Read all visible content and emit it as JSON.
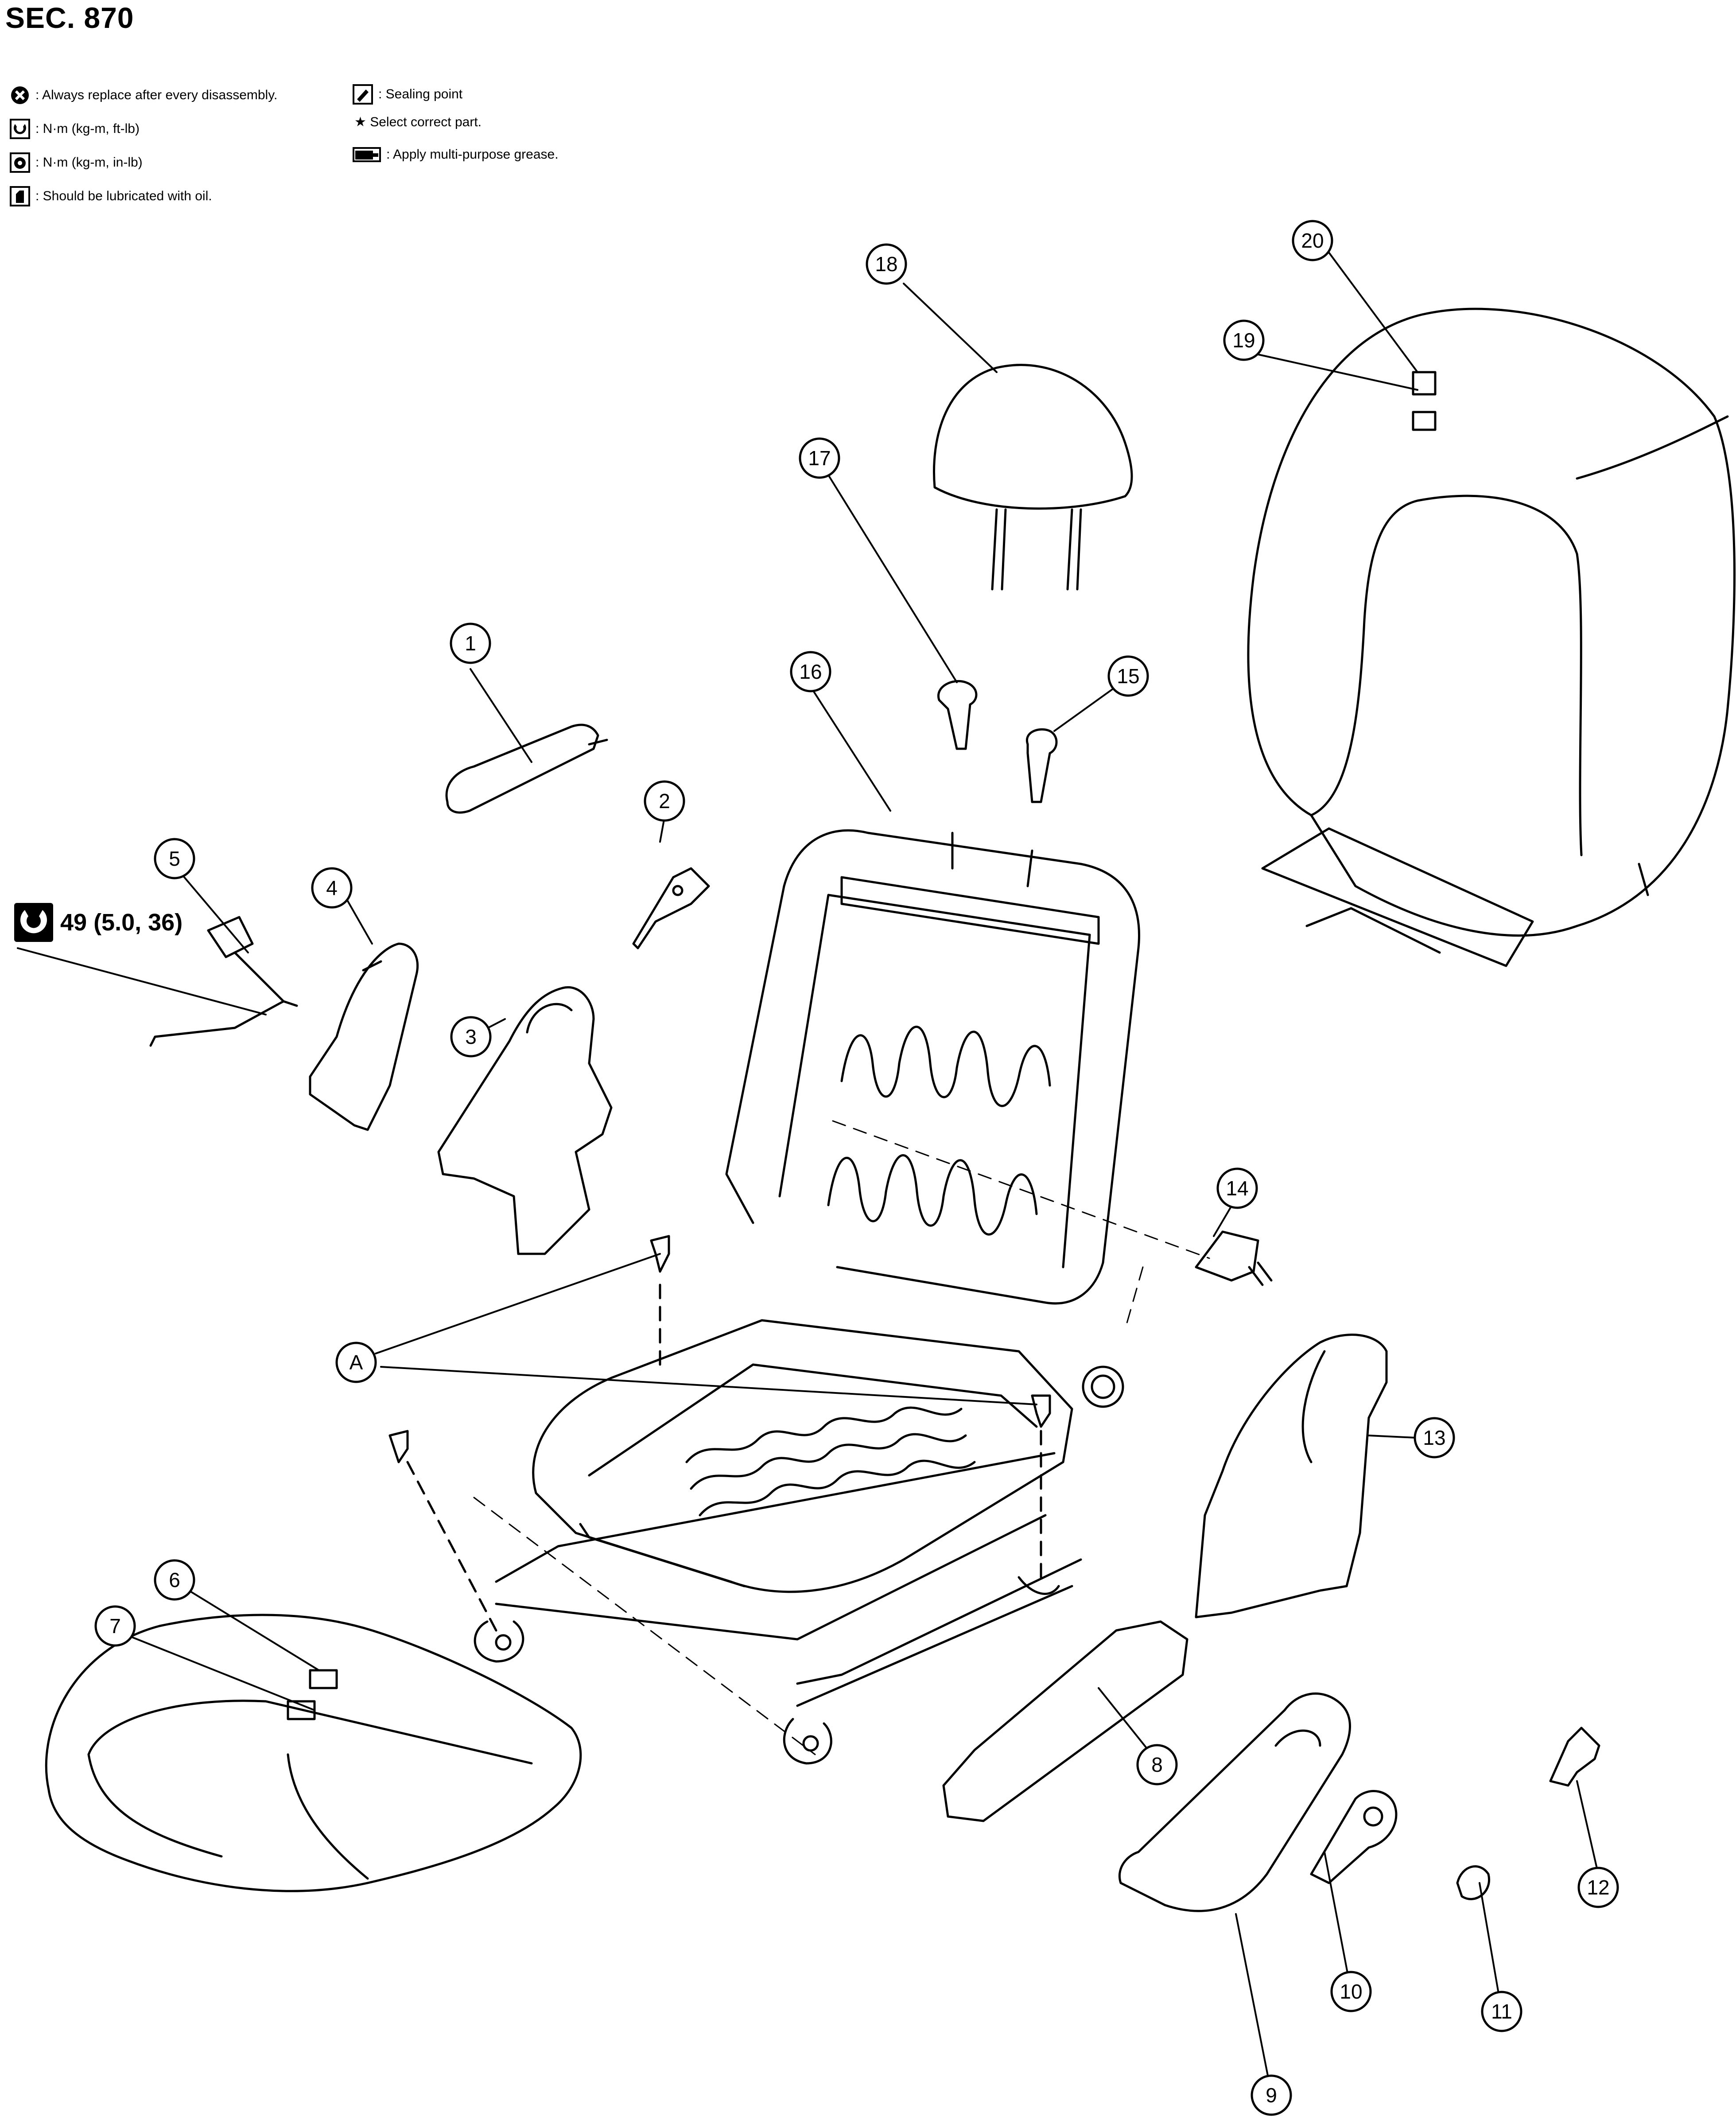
{
  "section_title": "SEC. 870",
  "legend": {
    "left": [
      {
        "icon": "always-replace-icon",
        "text": ": Always replace after every disassembly."
      },
      {
        "icon": "torque-nm-ftlb-icon",
        "text": ": N·m (kg-m, ft-lb)"
      },
      {
        "icon": "torque-nm-inlb-icon",
        "text": ": N·m (kg-m, in-lb)"
      },
      {
        "icon": "oil-lubricate-icon",
        "text": ": Should be lubricated with oil."
      }
    ],
    "right": [
      {
        "icon": "sealing-point-icon",
        "text": ": Sealing point"
      },
      {
        "icon": "star-icon",
        "text": "★ Select correct part."
      },
      {
        "icon": "grease-icon",
        "text": ": Apply multi-purpose grease."
      }
    ]
  },
  "torque_spec": "49 (5.0, 36)",
  "callouts": [
    "1",
    "2",
    "3",
    "4",
    "5",
    "6",
    "7",
    "8",
    "9",
    "10",
    "11",
    "12",
    "13",
    "14",
    "15",
    "16",
    "17",
    "18",
    "19",
    "20",
    "A"
  ]
}
